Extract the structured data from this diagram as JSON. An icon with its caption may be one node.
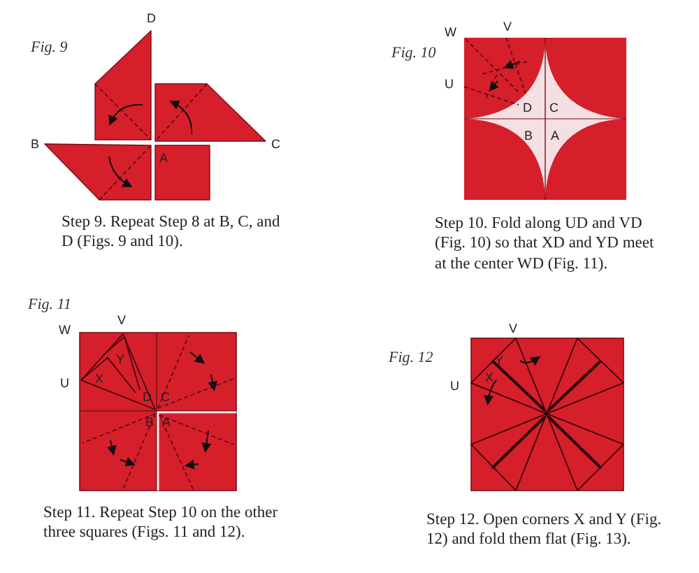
{
  "diagram": {
    "labels": [
      "Fig. 9",
      "D",
      "B",
      "C",
      "A",
      "Step 9. Repeat Step 8 at B, C, and D (Figs. 9 and 10).",
      "W",
      "V",
      "Fig. 10",
      "U",
      "D",
      "C",
      "B",
      "A",
      "Step 10. Fold along UD and VD (Fig. 10) so that XD and YD meet at the center WD (Fig. 11).",
      "Fig. 11",
      "W",
      "V",
      "Y",
      "U",
      "X",
      "D",
      "C",
      "B",
      "A",
      "Step 11. Repeat Step 10 on the other three squares (Figs. 11 and 12).",
      "V",
      "Fig. 12",
      "Y",
      "U",
      "X",
      "Step 12. Open corners X and Y (Fig. 12) and fold them flat (Fig. 13)."
    ]
  }
}
